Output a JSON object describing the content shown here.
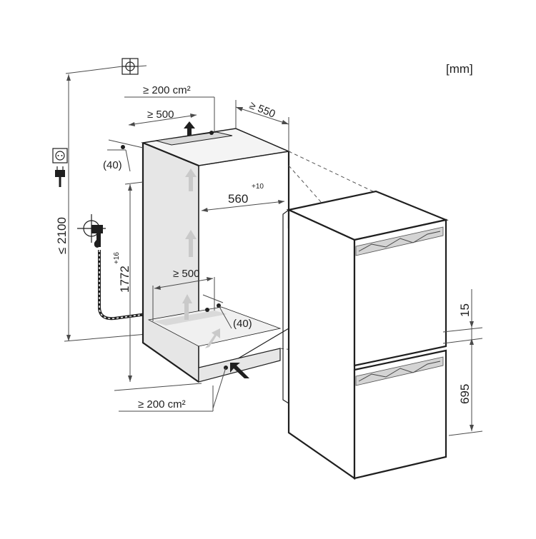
{
  "unit_label": "[mm]",
  "labels": {
    "top_vent_area": "≥ 200 cm²",
    "top_depth_min": "≥ 500",
    "niche_depth_min": "≥ 550",
    "top_rear_gap": "(40)",
    "niche_width": "560",
    "niche_width_tolerance": "+10",
    "niche_height": "1772",
    "niche_height_tolerance": "+16",
    "max_total_height": "≤ 2100",
    "floor_depth_min": "≥ 500",
    "floor_rear_gap": "(40)",
    "bottom_vent_area": "≥ 200 cm²",
    "door_gap": "15",
    "lower_door_height": "695"
  },
  "icons": {
    "plumb": "plumb-target-icon",
    "socket": "power-socket-icon",
    "plug": "power-plug-icon",
    "water_tap": "water-tap-icon",
    "air_flow": "air-flow-arrow-icon"
  },
  "colors": {
    "line": "#1f1f1f",
    "niche_panel": "#e6e6e6",
    "air_arrow": "#c9c9c9",
    "handle": "#d4d4d4"
  }
}
